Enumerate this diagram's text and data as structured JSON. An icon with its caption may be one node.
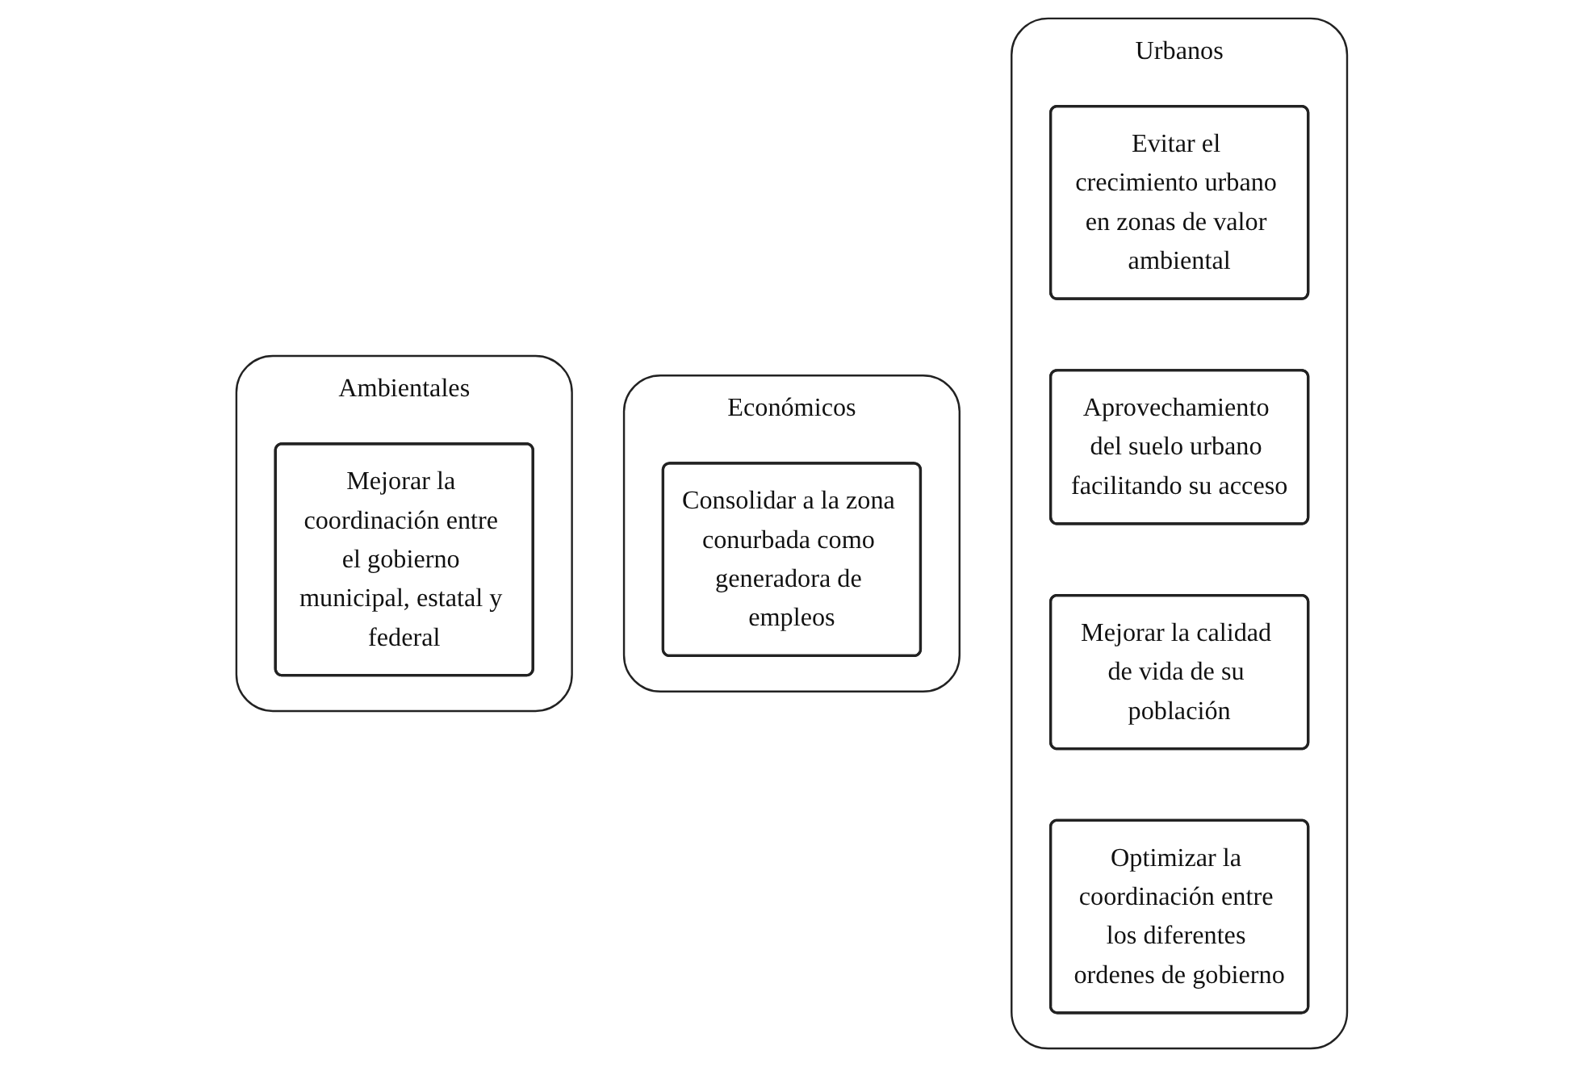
{
  "diagram": {
    "nodes": [
      {
        "text": [
          "Urbanos"
        ]
      },
      {
        "text": [
          "Evitar el crecimiento urbano en zonas de valor ambiental"
        ],
        "in": 0
      },
      {
        "text": [
          "Aprovechamiento del suelo urbano facilitando su acceso"
        ],
        "in": 0
      },
      {
        "text": [
          "Mejorar la calidad de vida de su población"
        ],
        "in": 0
      },
      {
        "text": [
          "Optimizar la coordinación entre los diferentes ordenes de gobierno"
        ],
        "in": 0
      },
      {
        "text": [
          "Económicos"
        ]
      },
      {
        "text": [
          "Consolidar a la zona conurbada como generadora de empleos"
        ],
        "in": 5
      },
      {
        "text": [
          "Ambientales"
        ]
      },
      {
        "text": [
          "Mejorar la coordinación entre el gobierno municipal, estatal y federal"
        ],
        "in": 7
      }
    ],
    "edges": []
  }
}
